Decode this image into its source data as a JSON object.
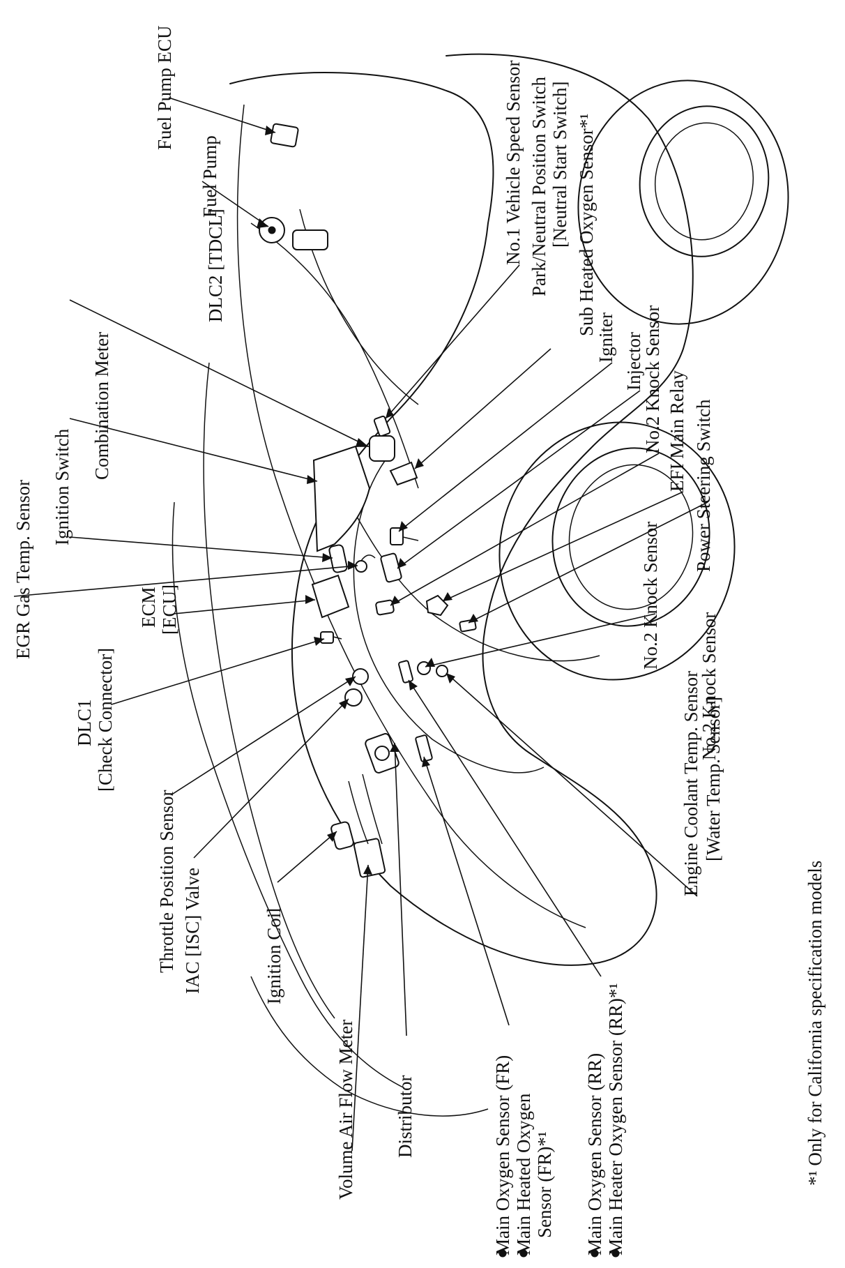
{
  "labels": {
    "fuel_pump_ecu": "Fuel Pump ECU",
    "fuel_pump": "Fuel Pump",
    "vehicle_speed_sensor": "No.1 Vehicle Speed Sensor",
    "park_neutral_line1": "Park/Neutral Position Switch",
    "park_neutral_line2": "[Neutral Start Switch]",
    "sub_heated_oxygen": "Sub Heated Oxygen Sensor*¹",
    "dlc2": "DLC2 [TDCL]",
    "igniter": "Igniter",
    "combination_meter": "Combination Meter",
    "injector": "Injector",
    "no2_knock_sensor_top": "No.2 Knock Sensor",
    "efi_main_relay": "EFI Main Relay",
    "ignition_switch": "Ignition Switch",
    "power_steering_switch": "Power Steering Switch",
    "egr_gas_temp": "EGR Gas Temp. Sensor",
    "no2_knock_sensor_mid": "No.2 Knock Sensor",
    "ecm_line1": "ECM",
    "ecm_line2": "[ECU]",
    "engine_coolant_line1": "Engine Coolant Temp. Sensor",
    "engine_coolant_line2": "[Water Temp. Sensor]",
    "dlc1_line1": "DLC1",
    "dlc1_line2": "[Check Connector]",
    "no2_knock_sensor_low": "No.2 Knock Sensor",
    "throttle_position_sensor": "Throttle Position Sensor",
    "iac_valve": "IAC [ISC] Valve",
    "ignition_coil": "Ignition Coil",
    "volume_air_flow_meter": "Volume Air Flow Meter",
    "distributor": "Distributor",
    "main_oxygen_fr_line1": "Main Oxygen Sensor (FR)",
    "main_oxygen_fr_line2": "Main Heated Oxygen",
    "main_oxygen_fr_line3": "Sensor (FR)*¹",
    "main_oxygen_rr_line1": "Main Oxygen Sensor (RR)",
    "main_oxygen_rr_line2": "Main Heater Oxygen Sensor (RR)*¹",
    "footnote": "*¹ Only for California specification models"
  }
}
